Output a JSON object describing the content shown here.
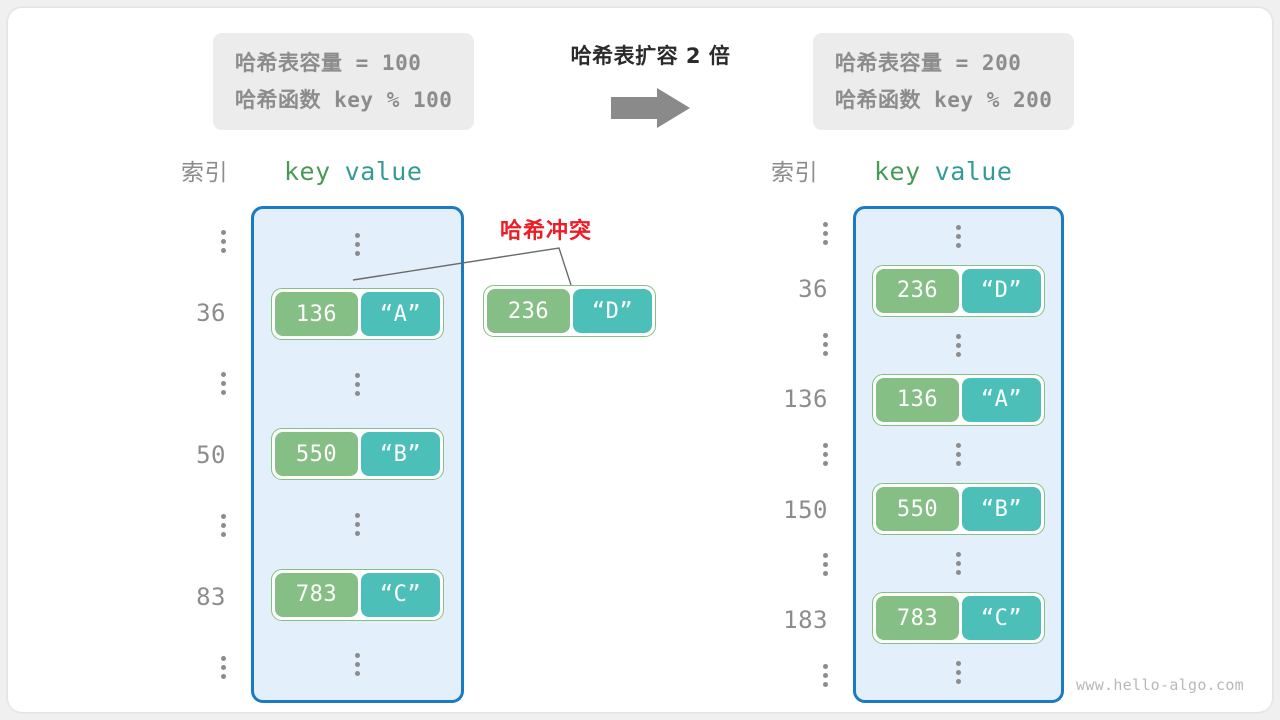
{
  "diagram": {
    "title": "哈希表扩容 2 倍",
    "watermark": "www.hello-algo.com",
    "collision_label": "哈希冲突",
    "arrow_icon": "right-arrow-icon",
    "colors": {
      "key_fill": "#86bf85",
      "value_fill": "#4cc0b8",
      "pair_border": "#85c17e",
      "table_border": "#1a7ac4",
      "table_fill": "#e3effa",
      "spec_box_fill": "#ececec",
      "spec_text": "#8c8c8c",
      "collision_red": "#ee1c25",
      "index_text": "#8c8c8c",
      "header_key": "#479b56",
      "header_value": "#339b96"
    }
  },
  "spec_left": {
    "capacity_line": "哈希表容量 = 100",
    "hash_function_line": "哈希函数 key % 100"
  },
  "spec_right": {
    "capacity_line": "哈希表容量 = 200",
    "hash_function_line": "哈希函数 key % 200"
  },
  "headers": {
    "index": "索引",
    "key": "key",
    "value": "value"
  },
  "table_left": {
    "rows": [
      {
        "index": "⋮",
        "type": "ellipsis"
      },
      {
        "index": "36",
        "type": "entry",
        "key": "136",
        "value": "“A”"
      },
      {
        "index": "⋮",
        "type": "ellipsis"
      },
      {
        "index": "50",
        "type": "entry",
        "key": "550",
        "value": "“B”"
      },
      {
        "index": "⋮",
        "type": "ellipsis"
      },
      {
        "index": "83",
        "type": "entry",
        "key": "783",
        "value": "“C”"
      },
      {
        "index": "⋮",
        "type": "ellipsis"
      }
    ]
  },
  "table_right": {
    "rows": [
      {
        "index": "⋮",
        "type": "ellipsis"
      },
      {
        "index": "36",
        "type": "entry",
        "key": "236",
        "value": "“D”"
      },
      {
        "index": "⋮",
        "type": "ellipsis"
      },
      {
        "index": "136",
        "type": "entry",
        "key": "136",
        "value": "“A”"
      },
      {
        "index": "⋮",
        "type": "ellipsis"
      },
      {
        "index": "150",
        "type": "entry",
        "key": "550",
        "value": "“B”"
      },
      {
        "index": "⋮",
        "type": "ellipsis"
      },
      {
        "index": "183",
        "type": "entry",
        "key": "783",
        "value": "“C”"
      },
      {
        "index": "⋮",
        "type": "ellipsis"
      }
    ]
  },
  "collision_pair": {
    "key": "236",
    "value": "“D”"
  }
}
